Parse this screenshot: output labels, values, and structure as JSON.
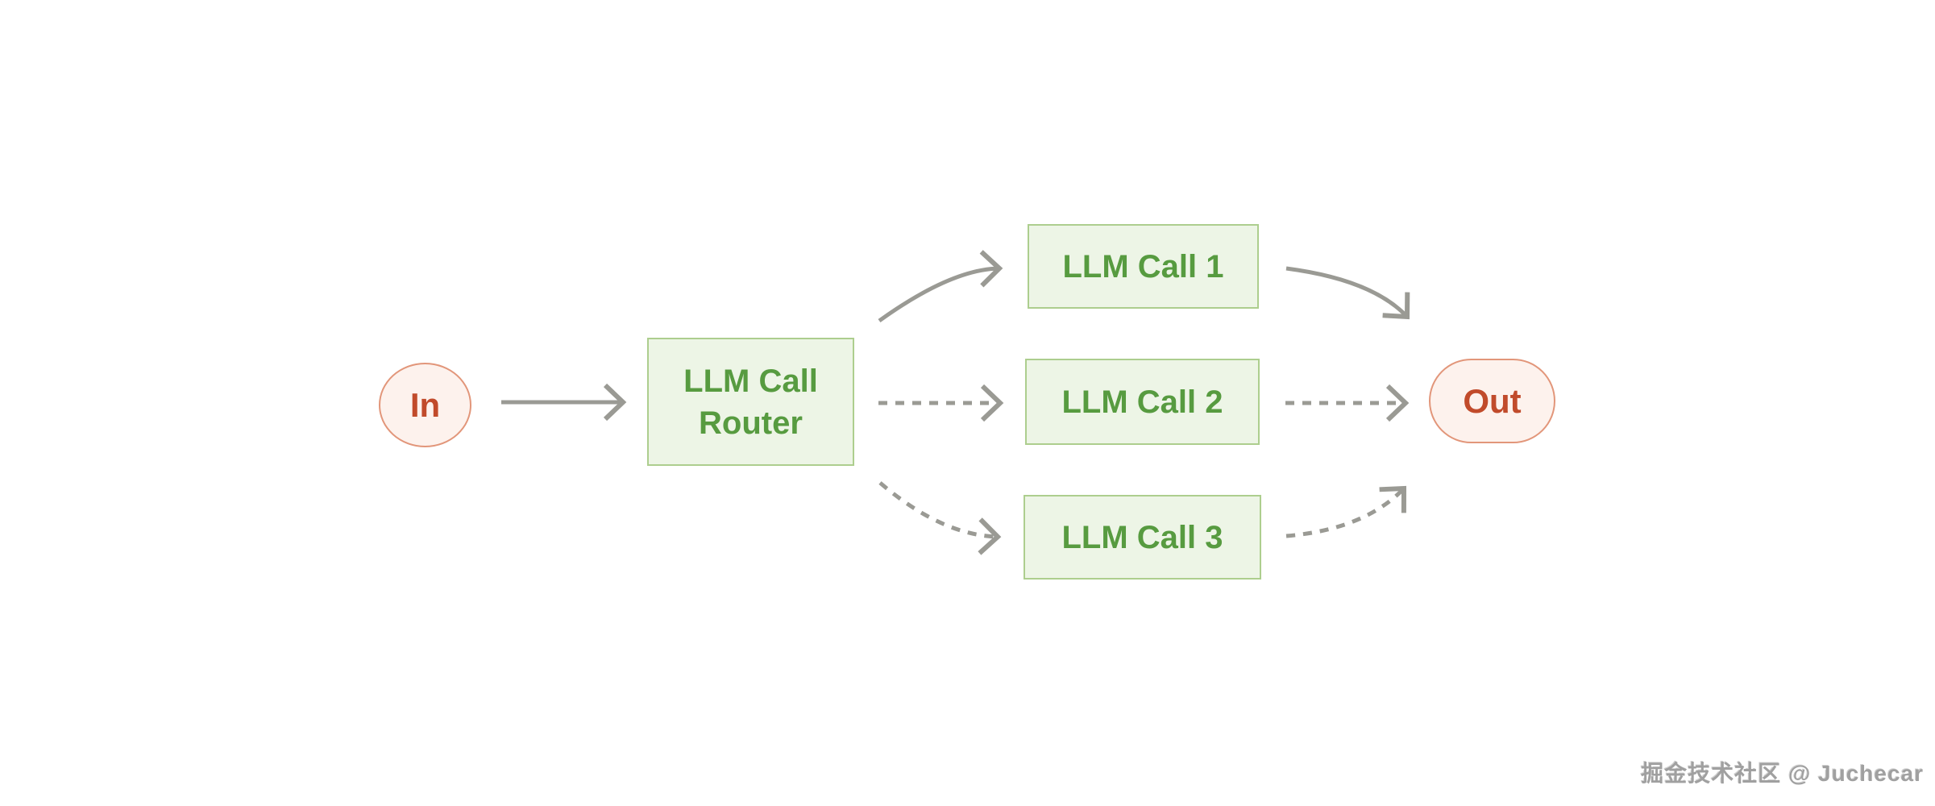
{
  "theme": {
    "canvas_bg": "#ffffff",
    "node_green_bg": "#edf5e6",
    "node_green_border": "#adce8e",
    "node_green_text": "#579b40",
    "node_red_bg": "#fdf2ed",
    "node_red_border": "#e2967a",
    "node_red_text": "#c14b2b",
    "arrow_color": "#9a9a94",
    "watermark_color": "#a0a0a0"
  },
  "nodes": {
    "input": {
      "label": "In",
      "shape": "ellipse"
    },
    "router": {
      "label": "LLM Call Router",
      "shape": "rectangle"
    },
    "call1": {
      "label": "LLM Call 1",
      "shape": "rectangle"
    },
    "call2": {
      "label": "LLM Call 2",
      "shape": "rectangle"
    },
    "call3": {
      "label": "LLM Call 3",
      "shape": "rectangle"
    },
    "output": {
      "label": "Out",
      "shape": "pill"
    }
  },
  "edges": [
    {
      "id": "in-router",
      "from": "input",
      "to": "router",
      "style": "solid"
    },
    {
      "id": "router-call1",
      "from": "router",
      "to": "call1",
      "style": "solid"
    },
    {
      "id": "router-call2",
      "from": "router",
      "to": "call2",
      "style": "dashed"
    },
    {
      "id": "router-call3",
      "from": "router",
      "to": "call3",
      "style": "dashed"
    },
    {
      "id": "call1-out",
      "from": "call1",
      "to": "output",
      "style": "solid"
    },
    {
      "id": "call2-out",
      "from": "call2",
      "to": "output",
      "style": "dashed"
    },
    {
      "id": "call3-out",
      "from": "call3",
      "to": "output",
      "style": "dashed"
    }
  ],
  "watermark": {
    "text": "掘金技术社区 @ Juchecar"
  }
}
